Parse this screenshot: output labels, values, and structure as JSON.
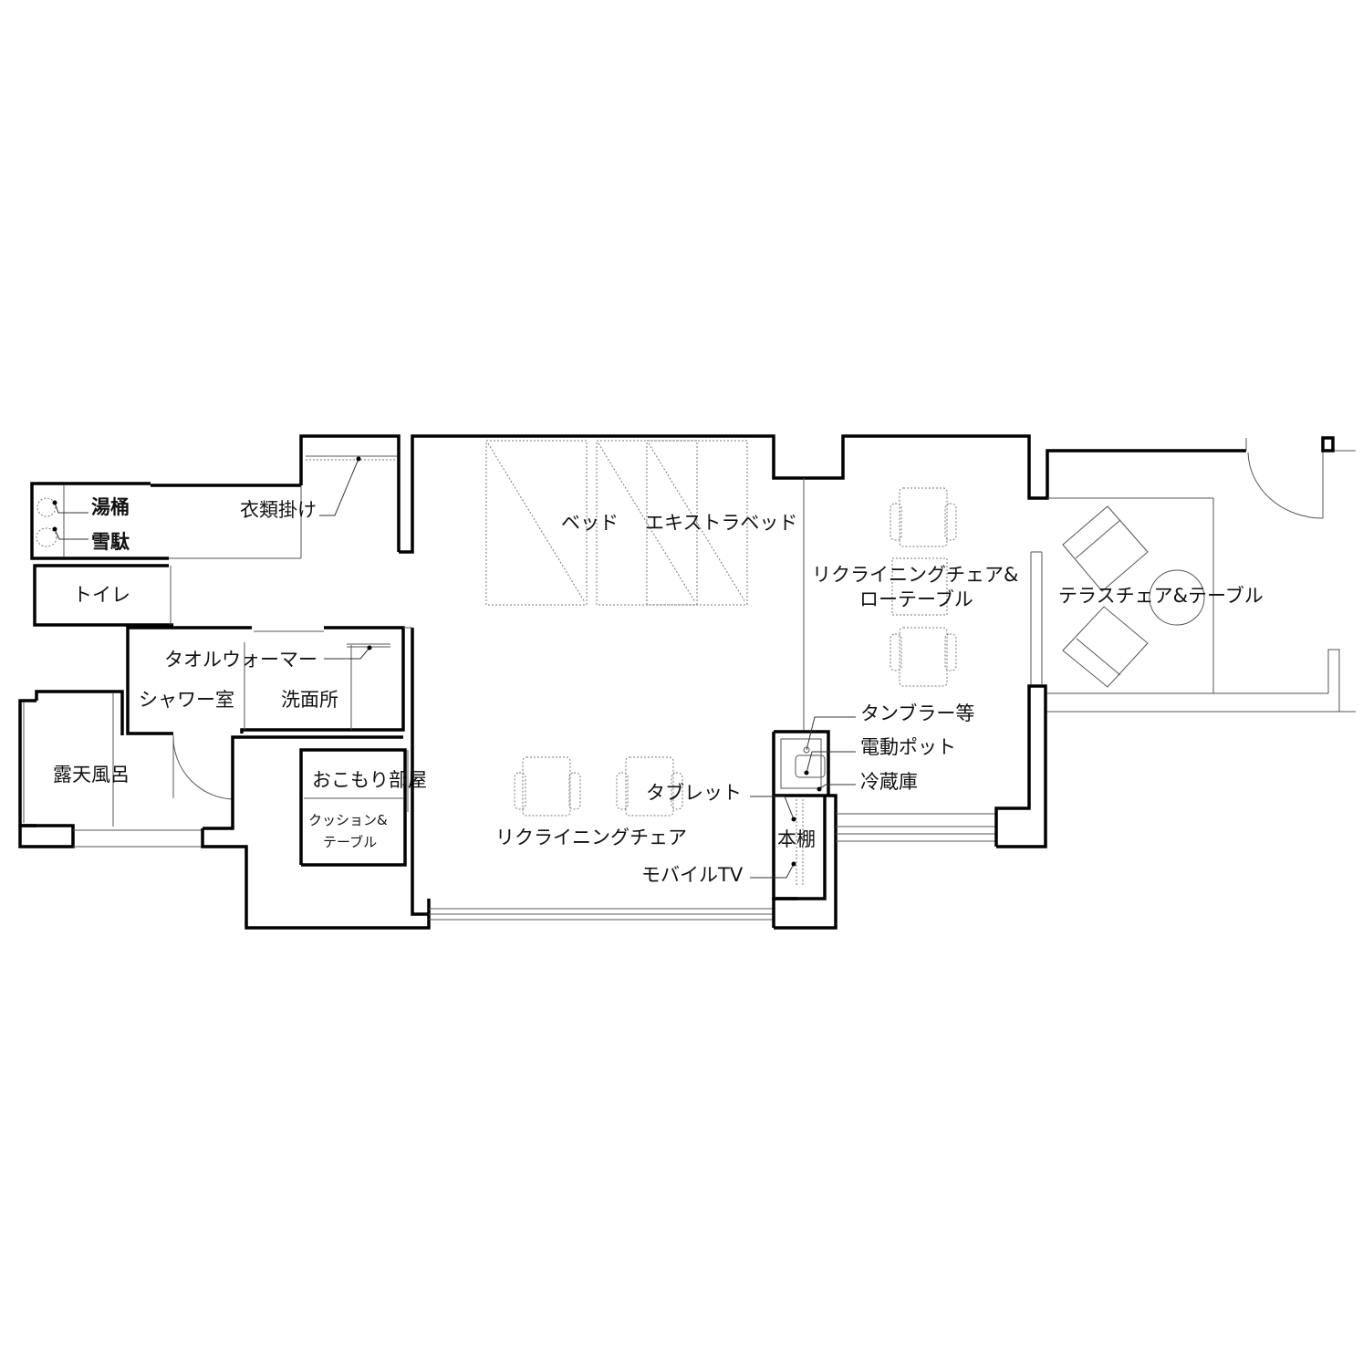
{
  "labels": {
    "yuoke": "湯桶",
    "geta": "雪駄",
    "ikakake": "衣類掛け",
    "toilet": "トイレ",
    "towel_warmer": "タオルウォーマー",
    "shower": "シャワー室",
    "washroom": "洗面所",
    "rotenburo": "露天風呂",
    "okomori": "おこもり部屋",
    "cushion_1": "クッション&",
    "cushion_2": "テーブル",
    "bed": "ベッド",
    "extra_bed": "エキストラベッド",
    "reclining_low_1": "リクライニングチェア&",
    "reclining_low_2": "ローテーブル",
    "terrace": "テラスチェア&テーブル",
    "tumbler": "タンブラー等",
    "pot": "電動ポット",
    "fridge": "冷蔵庫",
    "tablet": "タブレット",
    "bookshelf": "本棚",
    "reclining": "リクライニングチェア",
    "mobile_tv": "モバイルTV"
  }
}
